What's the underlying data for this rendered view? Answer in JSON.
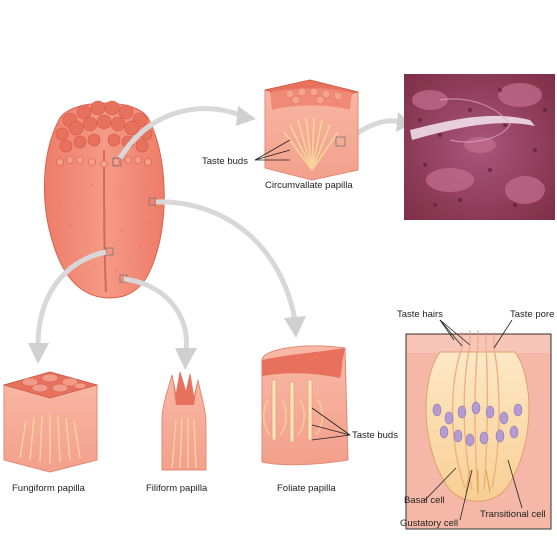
{
  "labels": {
    "taste_buds_top": "Taste buds",
    "circumvallate": "Circumvallate papilla",
    "fungiform": "Fungiform papilla",
    "filiform": "Filiform papilla",
    "foliate": "Foliate papilla",
    "taste_buds_foliate": "Taste buds",
    "taste_hairs": "Taste hairs",
    "taste_pore": "Taste pore",
    "basal_cell": "Basal cell",
    "gustatory_cell": "Gustatory cell",
    "transitional_cell": "Transitional cell"
  },
  "colors": {
    "tongue": "#f08a76",
    "papilla_top": "#e8715e",
    "papilla_side": "#f6a996",
    "bud_fill": "#fbe6b8",
    "cell_nucleus": "#b49bd1",
    "micrograph_bg": "#8e3a52",
    "arrow": "#d8d8d8"
  }
}
